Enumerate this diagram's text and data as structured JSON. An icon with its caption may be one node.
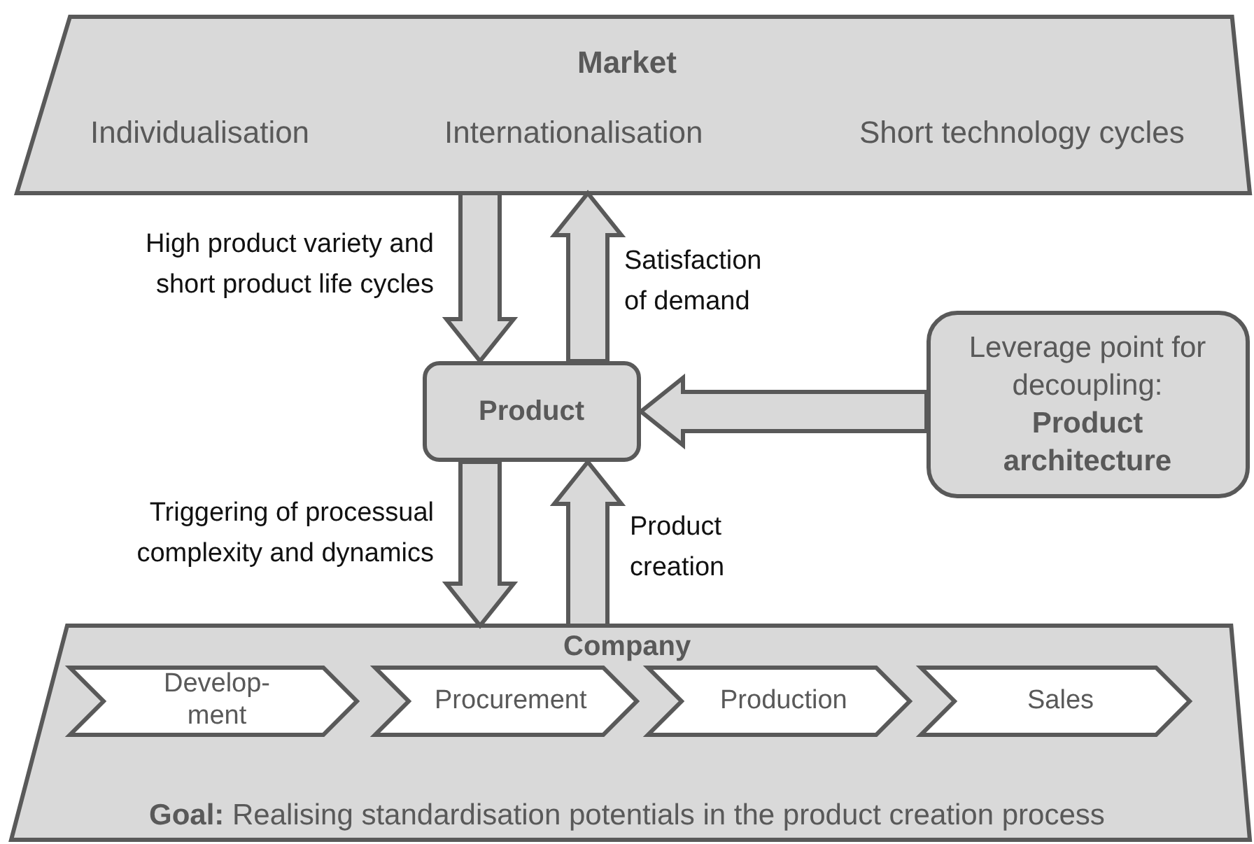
{
  "diagram": {
    "nodes": [
      {
        "text": [
          "Market",
          "Individualisation",
          "Internationalisation",
          "Short technology cycles"
        ]
      },
      {
        "text": [
          "Product"
        ]
      },
      {
        "text": [
          "Leverage point for decoupling: **Product architecture**"
        ]
      },
      {
        "text": [
          "Company",
          "**Goal:** Realising standardisation potentials in the product creation process"
        ]
      },
      {
        "text": [
          "Develop- ment"
        ],
        "in": 3
      },
      {
        "text": [
          "Procurement"
        ],
        "in": 3
      },
      {
        "text": [
          "Production"
        ],
        "in": 3
      },
      {
        "text": [
          "Sales"
        ],
        "in": 3
      }
    ],
    "edges": [
      {
        "from": 0,
        "to": 1,
        "arrow": "to",
        "label": "High product variety and short product life cycles"
      },
      {
        "from": 1,
        "to": 0,
        "arrow": "to",
        "label": "Satisfaction of demand"
      },
      {
        "from": 2,
        "to": 1,
        "arrow": "to"
      },
      {
        "from": 1,
        "to": 3,
        "arrow": "to",
        "label": "Triggering of processual complexity and dynamics"
      },
      {
        "from": 3,
        "to": 1,
        "arrow": "to",
        "label": "Product creation"
      }
    ]
  }
}
